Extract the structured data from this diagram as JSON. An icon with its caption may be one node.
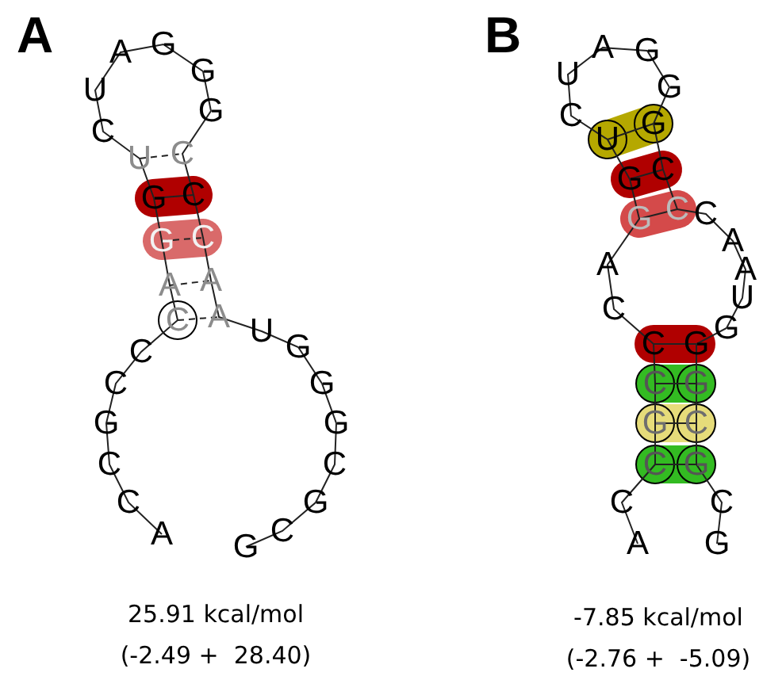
{
  "diagram": {
    "labels": [
      "A",
      "A",
      "C",
      "C",
      "G",
      "C",
      "C",
      "C",
      "A",
      "G",
      "G",
      "U",
      "C",
      "U",
      "A",
      "G",
      "G",
      "G",
      "C",
      "C",
      "C",
      "A",
      "A",
      "U",
      "G",
      "G",
      "G",
      "C",
      "G",
      "C",
      "G",
      "25.91 kcal/mol",
      "(-2.49 +  28.40)",
      "B",
      "A",
      "C",
      "C",
      "G",
      "C",
      "C",
      "C",
      "A",
      "G",
      "G",
      "U",
      "C",
      "U",
      "A",
      "G",
      "G",
      "G",
      "C",
      "C",
      "C",
      "A",
      "A",
      "U",
      "G",
      "G",
      "G",
      "C",
      "G",
      "C",
      "G",
      "-7.85 kcal/mol",
      "(-2.76 +  -5.09)"
    ]
  }
}
